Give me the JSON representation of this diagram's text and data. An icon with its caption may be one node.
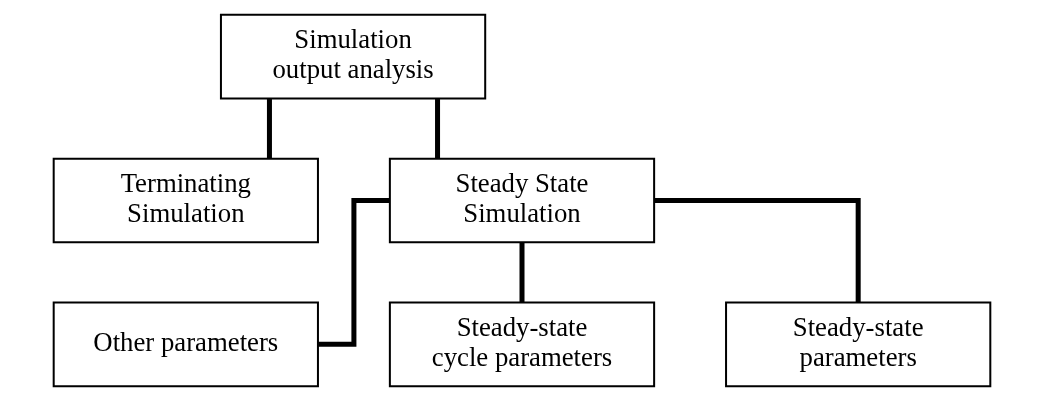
{
  "diagram": {
    "nodes": [
      {
        "text": [
          "Simulation output analysis"
        ]
      },
      {
        "text": [
          "Terminating Simulation"
        ]
      },
      {
        "text": [
          "Steady State Simulation"
        ]
      },
      {
        "text": [
          "Other parameters"
        ]
      },
      {
        "text": [
          "Steady-state cycle parameters"
        ]
      },
      {
        "text": [
          "Steady-state parameters"
        ]
      }
    ],
    "edges": [
      {
        "from": 0,
        "to": 1,
        "arrow": "none"
      },
      {
        "from": 0,
        "to": 2,
        "arrow": "none"
      },
      {
        "from": 2,
        "to": 3,
        "arrow": "none"
      },
      {
        "from": 2,
        "to": 4,
        "arrow": "none"
      },
      {
        "from": 2,
        "to": 5,
        "arrow": "none"
      }
    ]
  }
}
